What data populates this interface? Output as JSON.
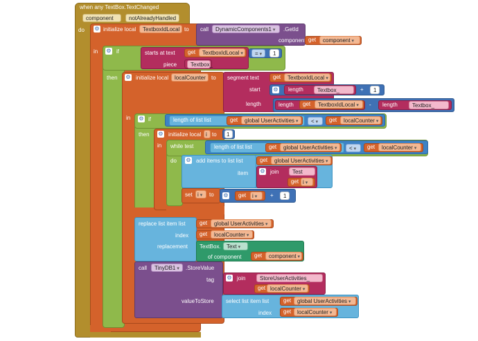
{
  "event": {
    "title": "when any TextBox.TextChanged",
    "params": [
      "component",
      "notAlreadyHandled"
    ],
    "do_label": "do"
  },
  "init_textbox_id": {
    "label": "initialize local",
    "var": "TextboxIdLocal",
    "to": "to",
    "call_label": "call",
    "call_component": "DynamicComponents1",
    "call_method": ".GetId",
    "arg_label": "component",
    "arg_get": "get",
    "arg_value": "component",
    "in_label": "in"
  },
  "if_starts": {
    "if_label": "if",
    "starts_at_label": "starts at  text",
    "get_label": "get",
    "get_value": "TextboxIdLocal",
    "op": "=",
    "op_value": "1",
    "piece_label": "piece",
    "piece_value": "Textbox_",
    "then_label": "then"
  },
  "init_counter": {
    "label": "initialize local",
    "var": "localCounter",
    "to": "to",
    "segment_label": "segment  text",
    "get_label": "get",
    "get_value": "TextboxIdLocal",
    "start_label": "start",
    "length_label": "length",
    "length_fn": "length",
    "start_text": "Textbox_",
    "plus": "+",
    "plus_value": "1",
    "length2_fn": "length",
    "length2_get": "get",
    "length2_value": "TextboxIdLocal",
    "minus": "-",
    "length3_fn": "length",
    "length3_text": "Textbox_",
    "in_label": "in"
  },
  "if_length": {
    "if_label": "if",
    "length_of_list": "length of list  list",
    "get_label": "get",
    "global_value": "global UserActivities",
    "op": "<",
    "get2_label": "get",
    "get2_value": "localCounter",
    "then_label": "then"
  },
  "init_i": {
    "label": "initialize local",
    "var": "i",
    "to": "to",
    "value": "1",
    "in_label": "in"
  },
  "while": {
    "label": "while  test",
    "length_of_list": "length of list  list",
    "get_label": "get",
    "global_value": "global UserActivities",
    "op": "<",
    "get2_label": "get",
    "get2_value": "localCounter",
    "do_label": "do"
  },
  "add_items": {
    "label": "add items to list  list",
    "get_label": "get",
    "global_value": "global UserActivities",
    "item_label": "item",
    "join_label": "join",
    "join_text": "Test",
    "join_get": "get",
    "join_get_value": "i"
  },
  "set_i": {
    "set_label": "set",
    "var": "i",
    "to": "to",
    "get_label": "get",
    "get_value": "i",
    "plus": "+",
    "plus_value": "1"
  },
  "replace": {
    "label": "replace list item  list",
    "get_label": "get",
    "global_value": "global UserActivities",
    "index_label": "index",
    "index_get": "get",
    "index_value": "localCounter",
    "replacement_label": "replacement",
    "textbox_label": "TextBox.",
    "textbox_prop": "Text",
    "of_component_label": "of component",
    "of_component_get": "get",
    "of_component_value": "component"
  },
  "store": {
    "call_label": "call",
    "component": "TinyDB1",
    "method": ".StoreValue",
    "tag_label": "tag",
    "join_label": "join",
    "join_text": "StoreUserActivities_",
    "join_get": "get",
    "join_get_value": "localCounter",
    "value_label": "valueToStore",
    "select_label": "select list item  list",
    "select_get": "get",
    "select_global": "global UserActivities",
    "index_label": "index",
    "index_get": "get",
    "index_value": "localCounter"
  }
}
